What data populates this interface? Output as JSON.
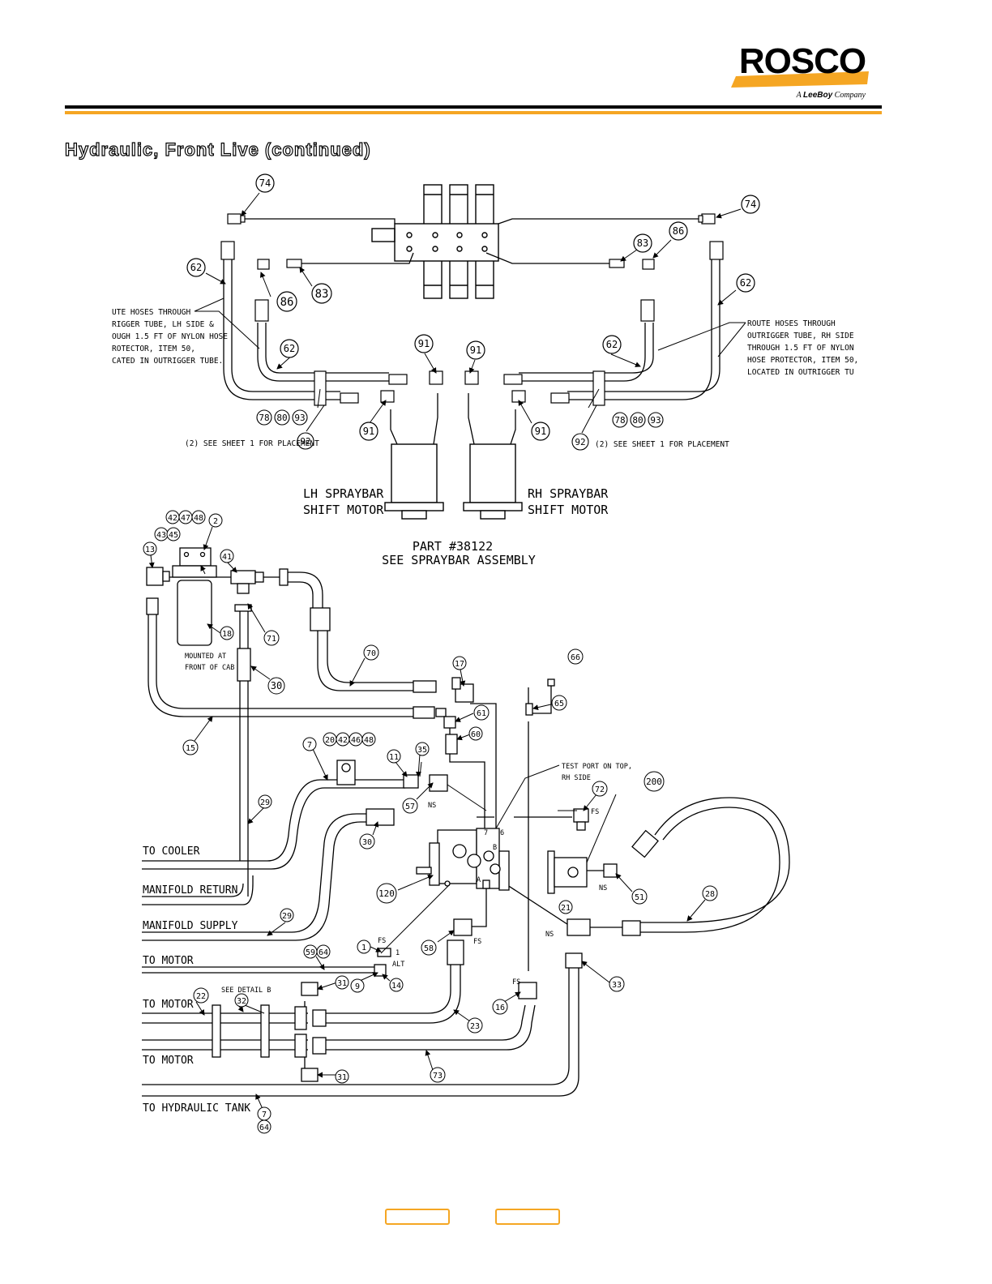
{
  "brand": {
    "name": "ROSCO",
    "tagline_prefix": "A",
    "tagline_brand": "LeeBoy",
    "tagline_suffix": "Company",
    "orange": "#f5a623"
  },
  "page_title": "Hydraulic, Front Live (continued)",
  "top_notes": {
    "left_route": [
      "UTE HOSES THROUGH",
      "RIGGER TUBE, LH SIDE &",
      "OUGH 1.5 FT OF NYLON HOSE",
      "ROTECTOR, ITEM 50,",
      "CATED IN OUTRIGGER TUBE."
    ],
    "right_route": [
      "ROUTE HOSES THROUGH",
      "OUTRIGGER TUBE, RH SIDE",
      "THROUGH 1.5 FT OF NYLON",
      "HOSE PROTECTOR, ITEM 50,",
      "LOCATED IN OUTRIGGER TU"
    ],
    "left_placement": "(2)  SEE SHEET 1 FOR PLACEMENT",
    "right_placement": "(2)  SEE SHEET 1 FOR PLACEMENT",
    "lh_motor": [
      "LH SPRAYBAR",
      "SHIFT MOTOR"
    ],
    "rh_motor": [
      "RH SPRAYBAR",
      "SHIFT MOTOR"
    ],
    "part": [
      "PART #38122",
      "SEE SPRAYBAR ASSEMBLY"
    ]
  },
  "top_callouts": {
    "c74l": "74",
    "c74r": "74",
    "c62a": "62",
    "c62b": "62",
    "c62c": "62",
    "c62d": "62",
    "c86l": "86",
    "c83l": "83",
    "c83r": "83",
    "c86r": "86",
    "c91a": "91",
    "c91b": "91",
    "c91c": "91",
    "c91d": "91",
    "c78l": "78",
    "c80l": "80",
    "c93l": "93",
    "c92l": "92",
    "c78r": "78",
    "c80r": "80",
    "c93r": "93",
    "c92r": "92"
  },
  "bottom_labels": {
    "filter_mount": [
      "MOUNTED AT",
      "FRONT OF CAB"
    ],
    "test_port": [
      "TEST PORT ON TOP,",
      "RH SIDE"
    ],
    "see_detail": "SEE DETAIL B",
    "to_cooler": "TO COOLER",
    "manifold_return": "MANIFOLD RETURN",
    "manifold_supply": "MANIFOLD SUPPLY",
    "to_motor_1": "TO MOTOR",
    "to_motor_2": "TO MOTOR",
    "to_motor_3": "TO MOTOR",
    "to_tank": "TO HYDRAULIC TANK",
    "ns1": "NS",
    "ns2": "NS",
    "ns3": "NS",
    "fs1": "FS",
    "fs2": "FS",
    "fs3": "FS",
    "fs4": "FS",
    "alt": "ALT",
    "one": "1",
    "p7": "7",
    "p6": "6",
    "pB": "B",
    "pA": "A"
  },
  "bottom_callouts": {
    "c42": "42",
    "c47": "47",
    "c48": "48",
    "c2": "2",
    "c43": "43",
    "c45": "45",
    "c13": "13",
    "c41": "41",
    "c18": "18",
    "c71": "71",
    "c30a": "30",
    "c70": "70",
    "c17": "17",
    "c66": "66",
    "c65": "65",
    "c61": "61",
    "c60": "60",
    "c15": "15",
    "c7a": "7",
    "c20": "20",
    "c42b": "42",
    "c46": "46",
    "c48b": "48",
    "c11": "11",
    "c35": "35",
    "c57": "57",
    "c72": "72",
    "c200": "200",
    "c29a": "29",
    "c30b": "30",
    "c120": "120",
    "c51": "51",
    "c28": "28",
    "c21": "21",
    "c29b": "29",
    "c58": "58",
    "c1": "1",
    "c59": "59",
    "c64a": "64",
    "c9": "9",
    "c14": "14",
    "c31a": "31",
    "c16": "16",
    "c33": "33",
    "c22": "22",
    "c32": "32",
    "c23": "23",
    "c73": "73",
    "c31b": "31",
    "c7b": "7",
    "c64b": "64"
  }
}
